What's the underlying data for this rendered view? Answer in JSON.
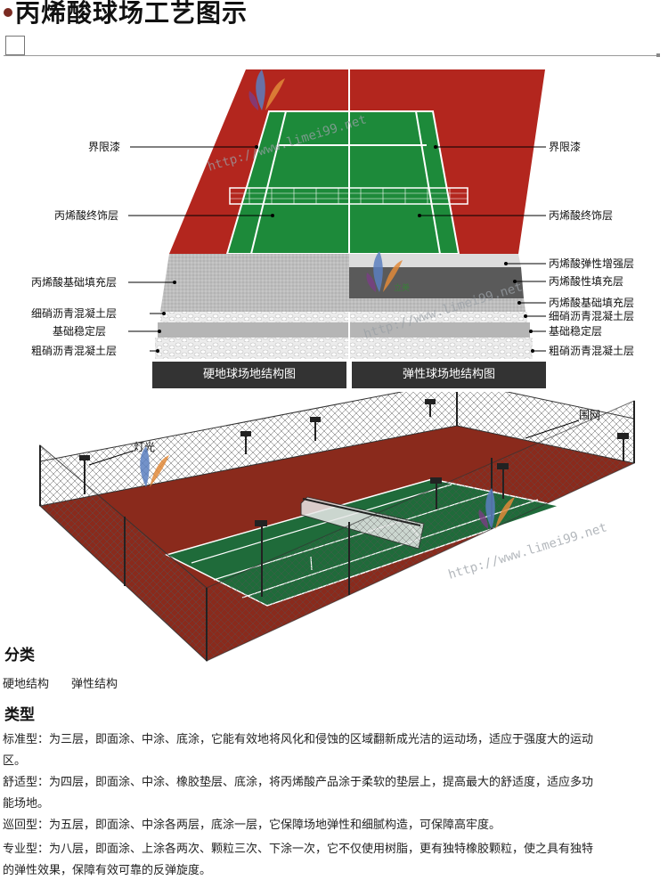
{
  "title": "丙烯酸球场工艺图示",
  "diagram": {
    "left_labels": [
      "界限漆",
      "丙烯酸终饰层",
      "丙烯酸基础填充层",
      "细硝沥青混凝土层",
      "基础稳定层",
      "粗硝沥青混凝土层"
    ],
    "right_labels": [
      "界限漆",
      "丙烯酸终饰层",
      "丙烯酸弹性增强层",
      "丙烯酸性填充层",
      "丙烯酸基础填充层",
      "细硝沥青混凝土层",
      "基础稳定层",
      "粗硝沥青混凝土层"
    ],
    "button_hard": "硬地球场地结构图",
    "button_elastic": "弹性球场地结构图",
    "watermark": "http://www.limei99.net",
    "logo_text": "立美",
    "colors": {
      "court_red": "#b3261e",
      "court_green": "#1d8a3a",
      "fence_floor": "#8a2a1c",
      "dark_button": "#333333"
    }
  },
  "court3d": {
    "label_light": "灯光",
    "label_fence": "围网"
  },
  "sections": {
    "classification_heading": "分类",
    "classification_items": [
      "硬地结构",
      "弹性结构"
    ],
    "types_heading": "类型",
    "type_lines": [
      "标准型：为三层，即面涂、中涂、底涂，它能有效地将风化和侵蚀的区域翻新成光洁的运动场，适应于强度大的运动",
      "区。",
      "舒适型：为四层，即面涂、中涂、橡胶垫层、底涂，将丙烯酸产品涂于柔软的垫层上，提高最大的舒适度，适应多功",
      "能场地。",
      "巡回型：为五层，即面涂、中涂各两层，底涂一层，它保障场地弹性和细腻构造，可保障高牢度。",
      "专业型：为八层，即面涂、上涂各两次、颗粒三次、下涂一次，它不仅使用树脂，更有独特橡胶颗粒，使之具有独特",
      "的弹性效果，保障有效可靠的反弹旋度。"
    ]
  }
}
